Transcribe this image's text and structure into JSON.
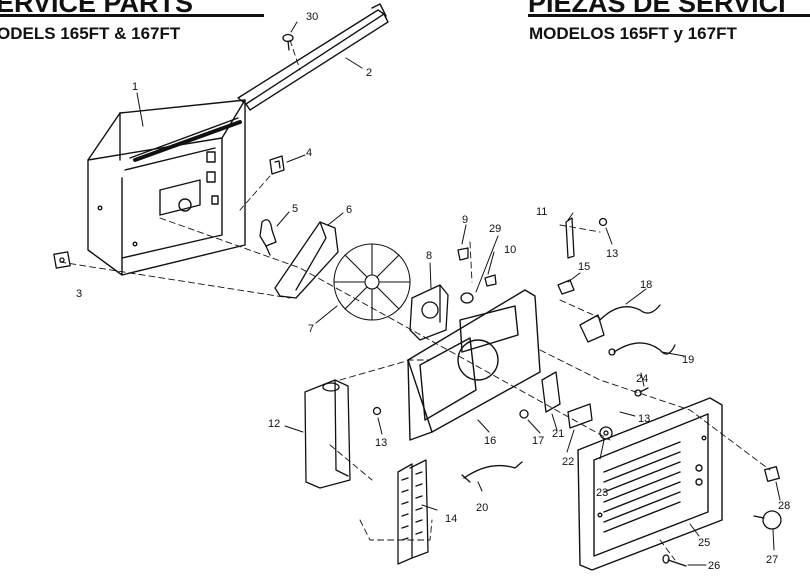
{
  "header_left": {
    "title": "ERVICE PARTS",
    "subtitle": "ODELS 165FT & 167FT"
  },
  "header_right": {
    "title": "PIEZAS DE SERVICI",
    "subtitle": "MODELOS 165FT y 167FT"
  },
  "callouts": [
    "1",
    "2",
    "3",
    "4",
    "5",
    "6",
    "7",
    "8",
    "9",
    "10",
    "11",
    "12",
    "13",
    "13",
    "13",
    "14",
    "15",
    "16",
    "17",
    "18",
    "19",
    "20",
    "21",
    "22",
    "23",
    "24",
    "25",
    "26",
    "27",
    "28",
    "29",
    "30"
  ],
  "colors": {
    "ink": "#111111",
    "paper": "#ffffff"
  }
}
